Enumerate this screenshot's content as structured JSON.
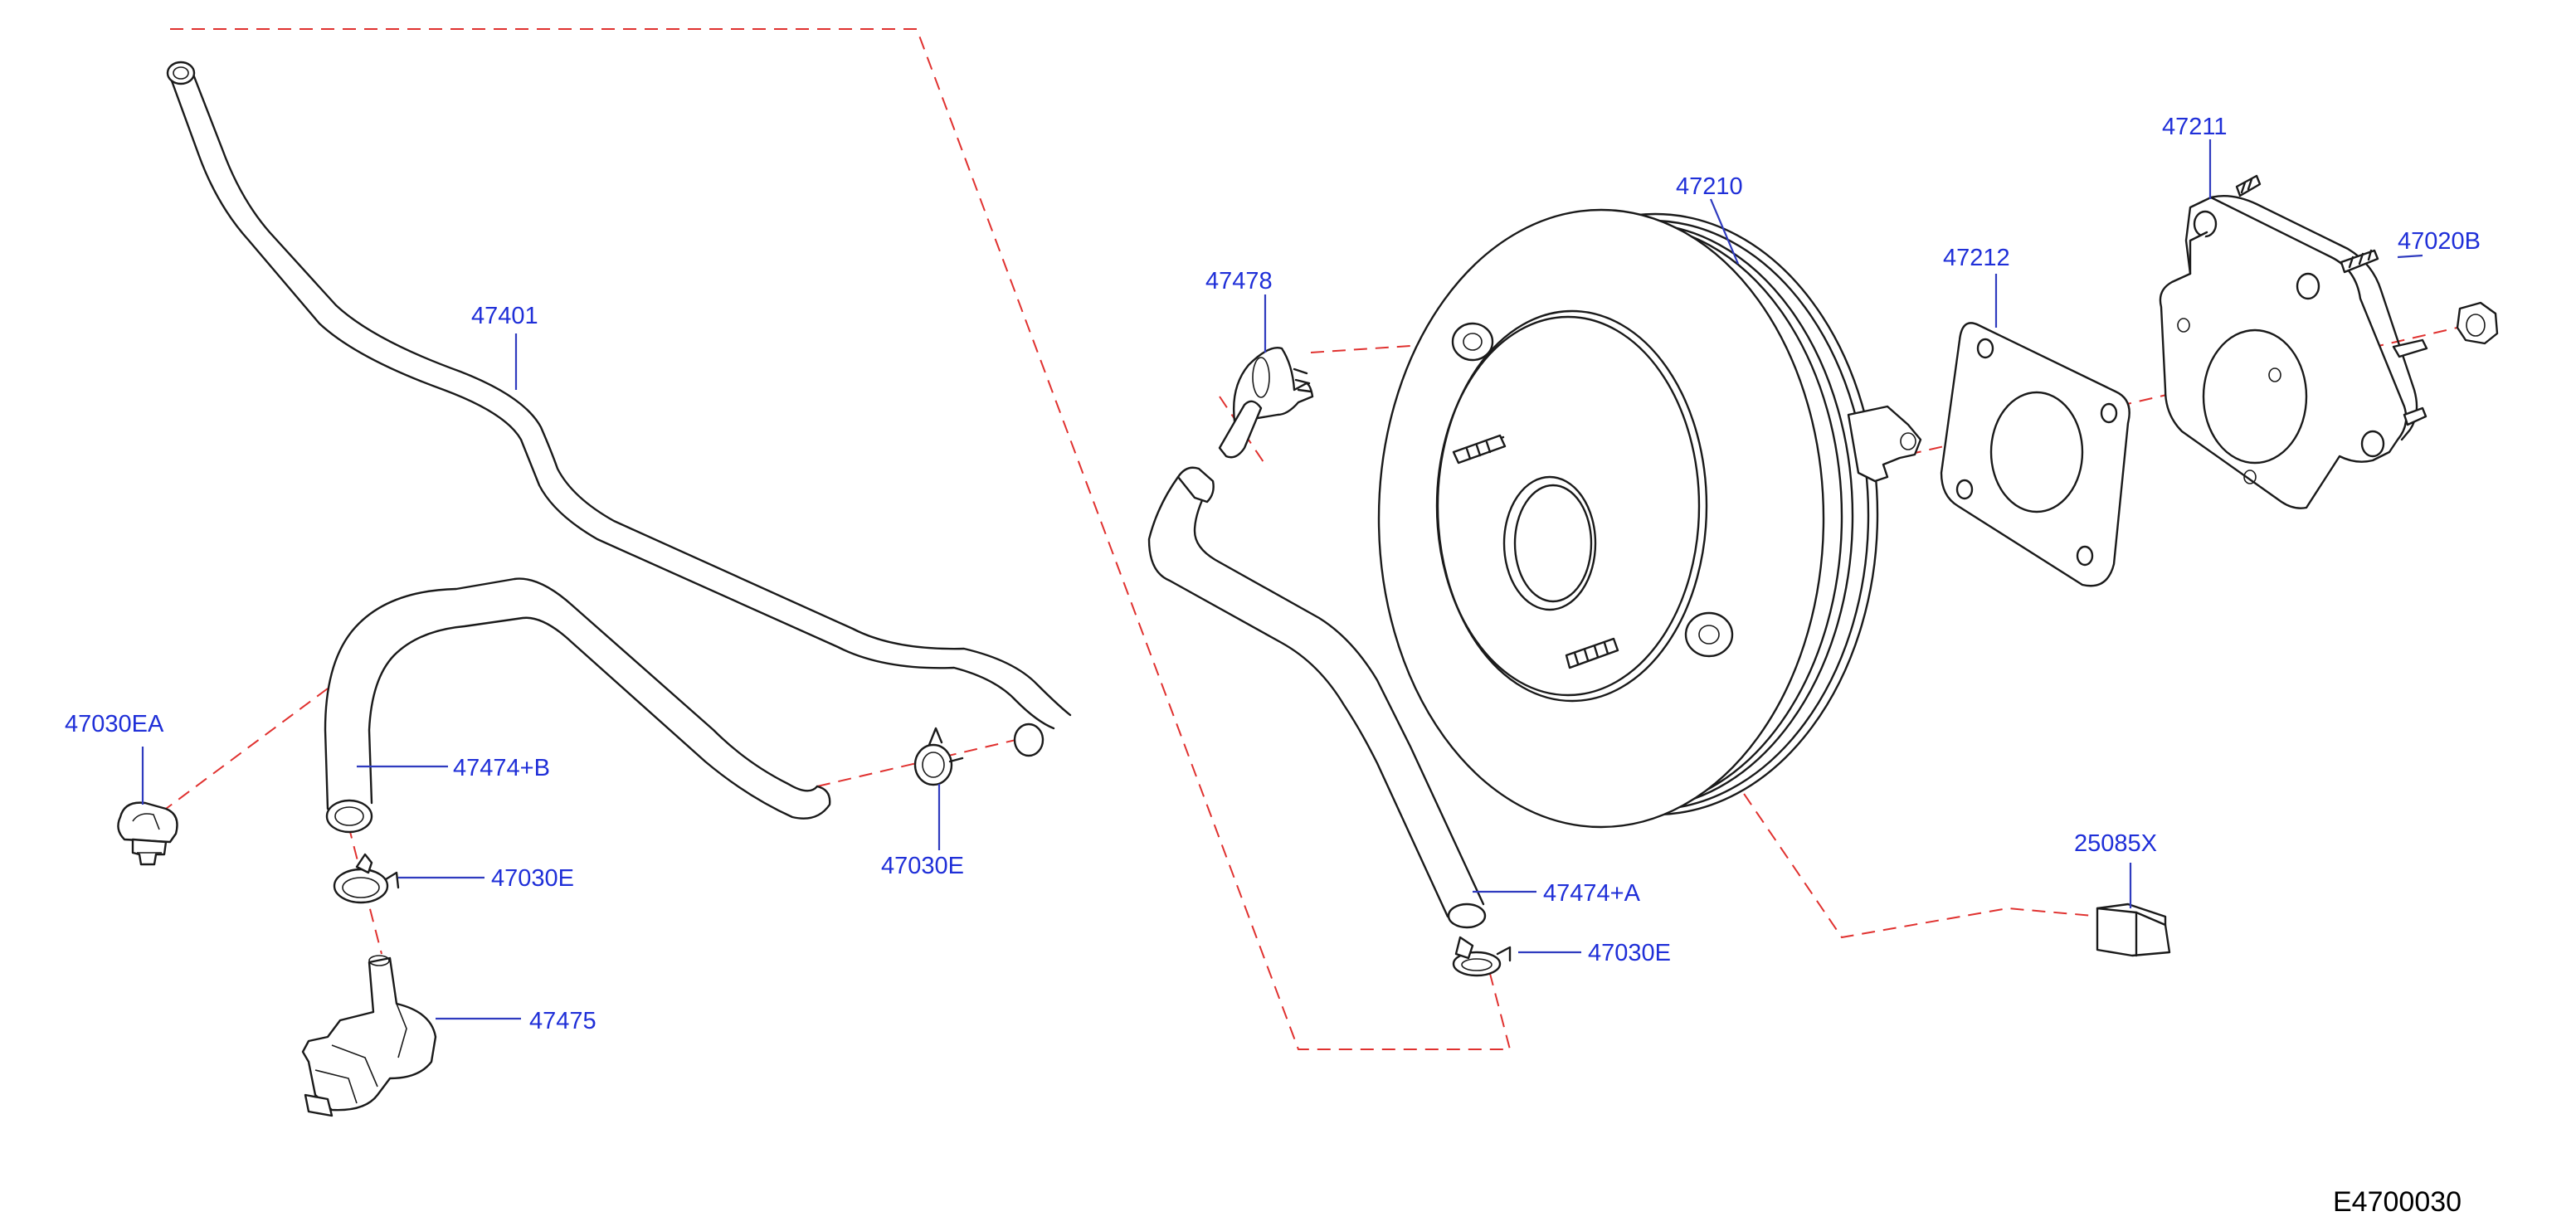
{
  "diagram": {
    "figure_code": "E4700030",
    "parts": {
      "p47401": "47401",
      "p47474B": "47474+B",
      "p47030EA": "47030EA",
      "p47030E_left": "47030E",
      "p47475": "47475",
      "p47030E_mid": "47030E",
      "p47478": "47478",
      "p47210": "47210",
      "p47212": "47212",
      "p47211": "47211",
      "p47020B": "47020B",
      "p47474A": "47474+A",
      "p47030E_right": "47030E",
      "p25085X": "25085X"
    },
    "colors": {
      "label": "#1f2fd8",
      "leader": "#2f3bbf",
      "reference_dash": "#e0312f",
      "part_outline": "#1a1a1a"
    }
  }
}
